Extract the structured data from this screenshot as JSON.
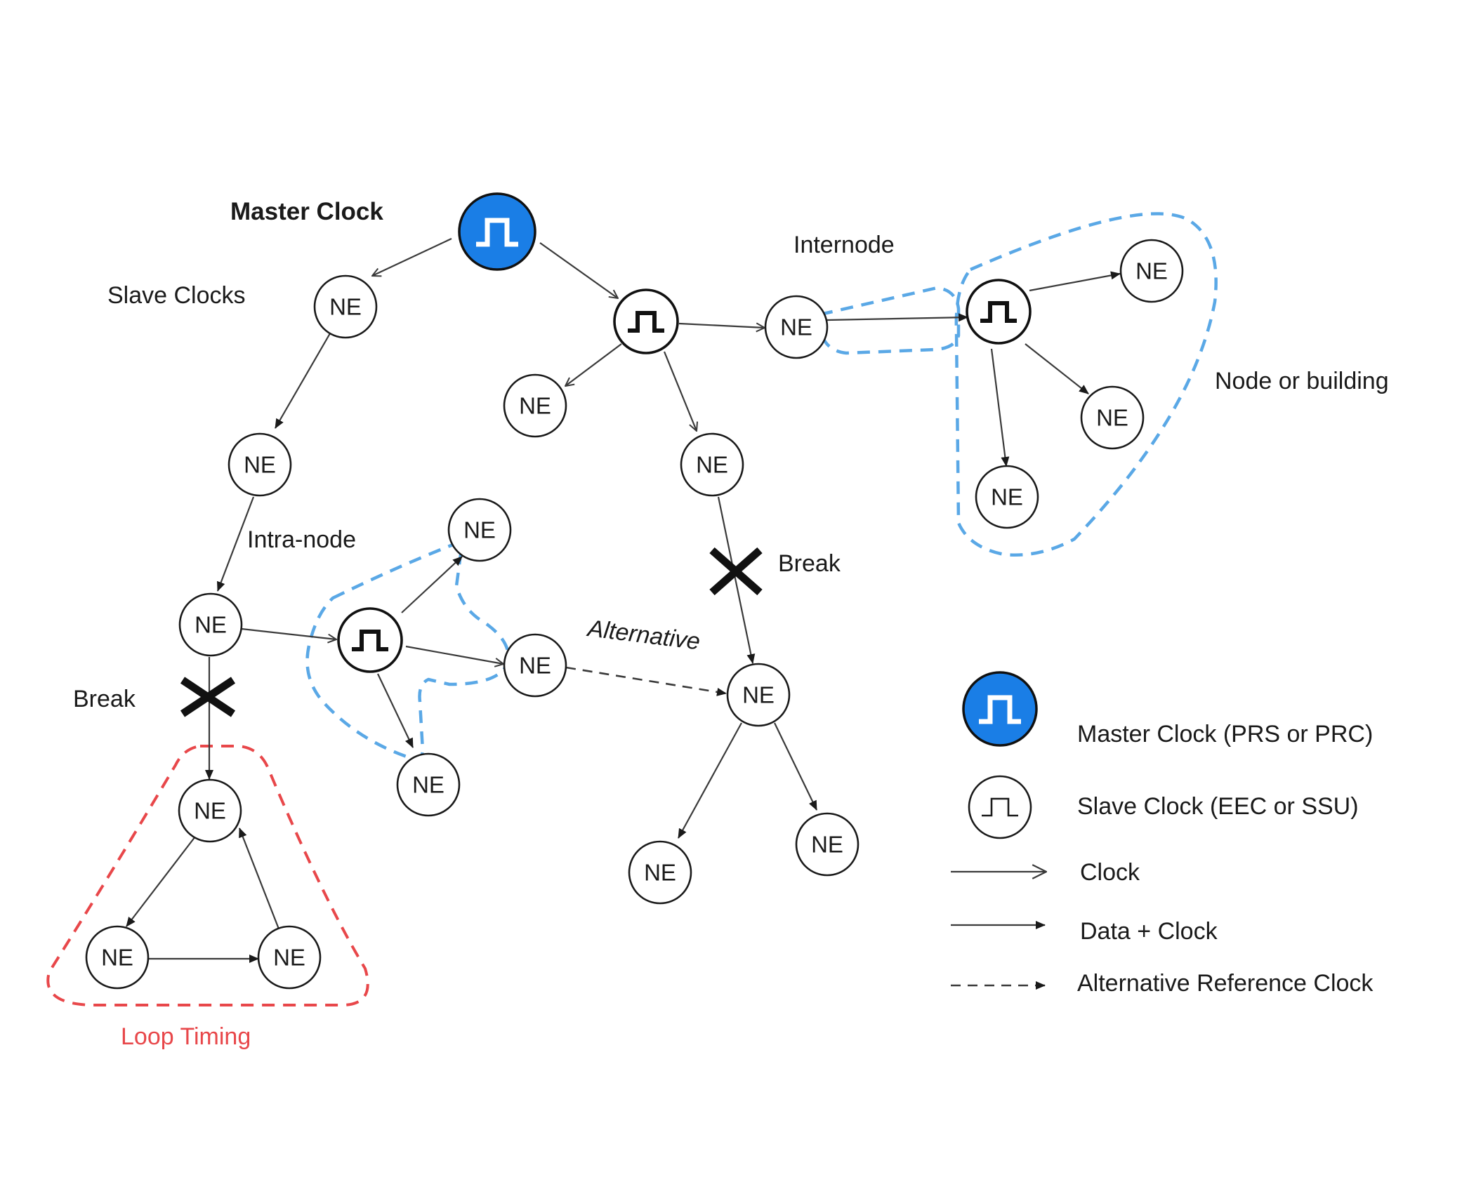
{
  "labels": {
    "master_clock": "Master Clock",
    "slave_clocks": "Slave Clocks",
    "internode": "Internode",
    "node_or_building": "Node or building",
    "intra_node": "Intra-node",
    "break_left": "Break",
    "break_right": "Break",
    "alternative": "Alternative",
    "loop_timing": "Loop Timing"
  },
  "node_text": "NE",
  "legend": {
    "master": "Master Clock (PRS or PRC)",
    "slave": "Slave Clock (EEC or SSU)",
    "clock": "Clock",
    "data_clock": "Data + Clock",
    "alt_ref": "Alternative Reference Clock"
  },
  "colors": {
    "master_fill": "#1a7ee6",
    "zone_blue": "#5aa8e6",
    "zone_red": "#e8474a",
    "loop_label": "#e8474a",
    "ink": "#1a1a1a"
  },
  "icons": {
    "master": "square-pulse-icon",
    "slave": "square-pulse-icon",
    "break": "x-mark-icon"
  }
}
